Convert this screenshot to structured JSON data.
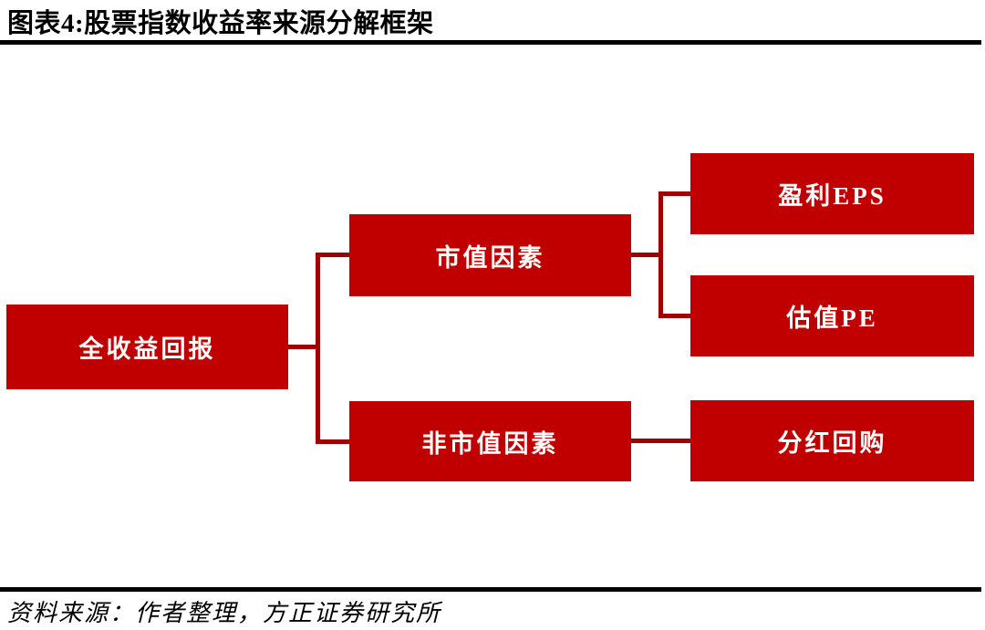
{
  "figure": {
    "title": "图表4:股票指数收益率来源分解框架",
    "source_note": "资料来源：作者整理，方正证券研究所"
  },
  "colors": {
    "background": "#ffffff",
    "box_fill": "#c00000",
    "box_text": "#ffffff",
    "connector": "#9e0000",
    "rule": "#000000"
  },
  "diagram": {
    "type": "tree",
    "direction": "left-to-right",
    "nodes": {
      "root": {
        "label": "全收益回报"
      },
      "market_factor": {
        "label": "市值因素"
      },
      "non_market_factor": {
        "label": "非市值因素"
      },
      "earnings_eps": {
        "label": "盈利EPS"
      },
      "valuation_pe": {
        "label": "估值PE"
      },
      "dividend_buyback": {
        "label": "分红回购"
      }
    },
    "edges": [
      [
        "root",
        "market_factor"
      ],
      [
        "root",
        "non_market_factor"
      ],
      [
        "market_factor",
        "earnings_eps"
      ],
      [
        "market_factor",
        "valuation_pe"
      ],
      [
        "non_market_factor",
        "dividend_buyback"
      ]
    ]
  }
}
